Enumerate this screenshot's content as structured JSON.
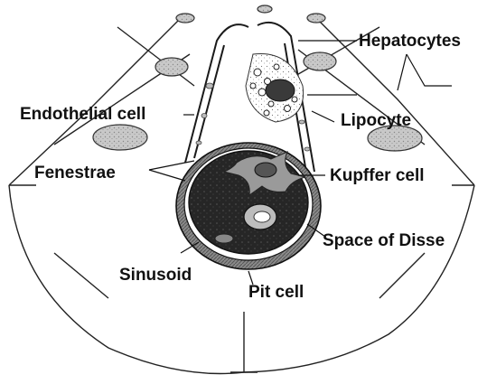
{
  "labels": {
    "hepatocytes": "Hepatocytes",
    "endothelial_cell": "Endothelial cell",
    "lipocyte": "Lipocyte",
    "fenestrae": "Fenestrae",
    "kupffer_cell": "Kupffer cell",
    "space_of_disse": "Space of Disse",
    "sinusoid": "Sinusoid",
    "pit_cell": "Pit cell"
  },
  "colors": {
    "ink": "#111111",
    "background": "#ffffff",
    "lumen": "#2a2a2a",
    "nucleus_fill": "#bdbdbd"
  }
}
